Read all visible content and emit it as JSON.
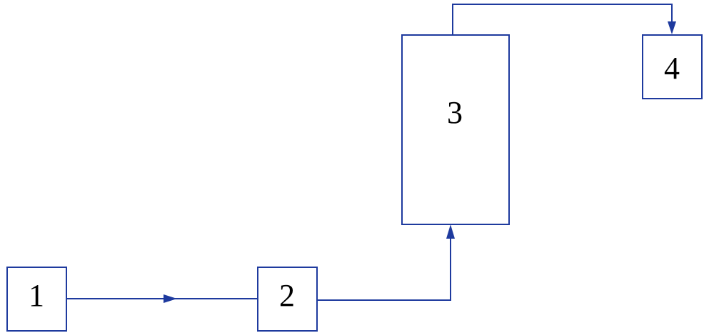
{
  "diagram": {
    "stroke_color": "#1e3a9e",
    "text_color": "#000000",
    "nodes": [
      {
        "id": "1",
        "label": "1"
      },
      {
        "id": "2",
        "label": "2"
      },
      {
        "id": "3",
        "label": "3"
      },
      {
        "id": "4",
        "label": "4"
      }
    ],
    "edges": [
      {
        "from": "1",
        "to": "2"
      },
      {
        "from": "2",
        "to": "3"
      },
      {
        "from": "3",
        "to": "4"
      }
    ]
  }
}
